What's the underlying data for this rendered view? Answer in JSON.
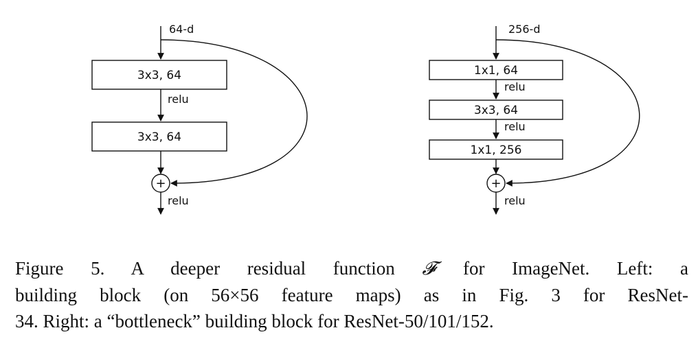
{
  "left_block": {
    "input_label": "64-d",
    "layers": [
      "3x3, 64",
      "3x3, 64"
    ],
    "inner_activation": "relu",
    "output_activation": "relu",
    "merge_symbol": "+"
  },
  "right_block": {
    "input_label": "256-d",
    "layers": [
      "1x1, 64",
      "3x3, 64",
      "1x1, 256"
    ],
    "inner_activations": [
      "relu",
      "relu"
    ],
    "output_activation": "relu",
    "merge_symbol": "+"
  },
  "caption": {
    "line1_a": "Figure 5. A deeper residual function ",
    "symbol": "𝓕",
    "line1_b": " for ImageNet.  Left: a",
    "line2": "building block (on 56×56 feature maps) as in Fig. 3 for ResNet-",
    "line3": "34. Right: a “bottleneck” building block for ResNet-50/101/152."
  }
}
